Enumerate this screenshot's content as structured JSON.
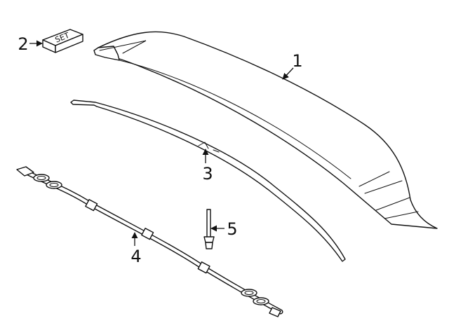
{
  "colors": {
    "line": "#111111",
    "background": "#ffffff"
  },
  "callouts": [
    {
      "number": "1"
    },
    {
      "number": "2"
    },
    {
      "number": "3"
    },
    {
      "number": "4"
    },
    {
      "number": "5"
    }
  ],
  "part2_stamp": "SET"
}
